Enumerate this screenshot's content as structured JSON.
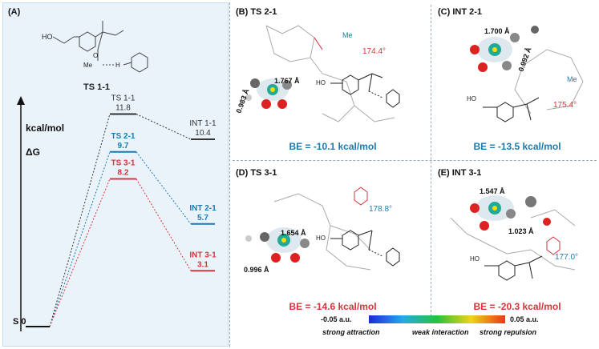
{
  "panels": {
    "a": {
      "label": "(A)",
      "ts_name": "TS 1-1",
      "y_unit": "kcal/mol",
      "y_symbol": "ΔG"
    },
    "b": {
      "label": "(B) TS 2-1",
      "be": "BE = -10.1 kcal/mol",
      "dist1": "1.767 Å",
      "dist2": "0.983 Å",
      "angle": "174.4°"
    },
    "c": {
      "label": "(C) INT 2-1",
      "be": "BE = -13.5 kcal/mol",
      "dist1": "1.700 Å",
      "dist2": "0.992 Å",
      "angle": "175.4°"
    },
    "d": {
      "label": "(D) TS 3-1",
      "be": "BE = -14.6 kcal/mol",
      "dist1": "1.654 Å",
      "dist2": "0.996 Å",
      "angle": "178.8°"
    },
    "e": {
      "label": "(E) INT 3-1",
      "be": "BE = -20.3 kcal/mol",
      "dist1": "1.547 Å",
      "dist2": "1.023 Å",
      "angle": "177.0°"
    }
  },
  "energy_levels": [
    {
      "name": "S 0",
      "value": "",
      "color": "#111111"
    },
    {
      "name": "TS 1-1",
      "value": "11.8",
      "color": "#333333"
    },
    {
      "name": "INT 1-1",
      "value": "10.4",
      "color": "#333333"
    },
    {
      "name": "TS 2-1",
      "value": "9.7",
      "color": "#1a7bb0"
    },
    {
      "name": "INT 2-1",
      "value": "5.7",
      "color": "#1a7bb0"
    },
    {
      "name": "TS 3-1",
      "value": "8.2",
      "color": "#d7343c"
    },
    {
      "name": "INT 3-1",
      "value": "3.1",
      "color": "#d7343c"
    }
  ],
  "structure_labels": {
    "ho": "HO",
    "o": "O",
    "me": "Me",
    "h": "H",
    "minus": "−"
  },
  "colorbar": {
    "min_label": "-0.05 a.u.",
    "max_label": "0.05 a.u.",
    "captions": [
      "strong attraction",
      "weak interaction",
      "strong repulsion"
    ]
  },
  "colors": {
    "blue": "#1a7bb0",
    "red": "#d7343c",
    "panel_bg": "#eaf3fa"
  }
}
